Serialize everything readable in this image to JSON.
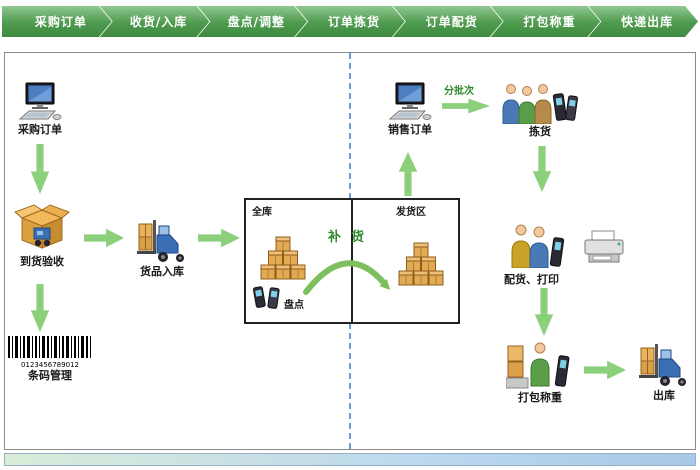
{
  "banner": {
    "steps": [
      "采购订单",
      "收货/入库",
      "盘点/调整",
      "订单拣货",
      "订单配货",
      "打包称重",
      "快递出库"
    ]
  },
  "nodes": {
    "purchase_order": "采购订单",
    "arrival_check": "到货验收",
    "goods_inbound": "货品入库",
    "barcode_mgmt": "条码管理",
    "barcode_digits": "0123456789012",
    "zone_whole": "全库",
    "stocktake": "盘点",
    "replenish": "补货",
    "zone_ship": "发货区",
    "sales_order": "销售订单",
    "batch": "分批次",
    "pick": "拣货",
    "allocate_print": "配货、打印",
    "pack_weigh": "打包称重",
    "outbound": "出库"
  },
  "colors": {
    "banner_green": "#4e9a4e",
    "flow_arrow_green": "#8cd07c",
    "dashed_divider_blue": "#6b9bd2",
    "zone_box_border": "#222222"
  }
}
